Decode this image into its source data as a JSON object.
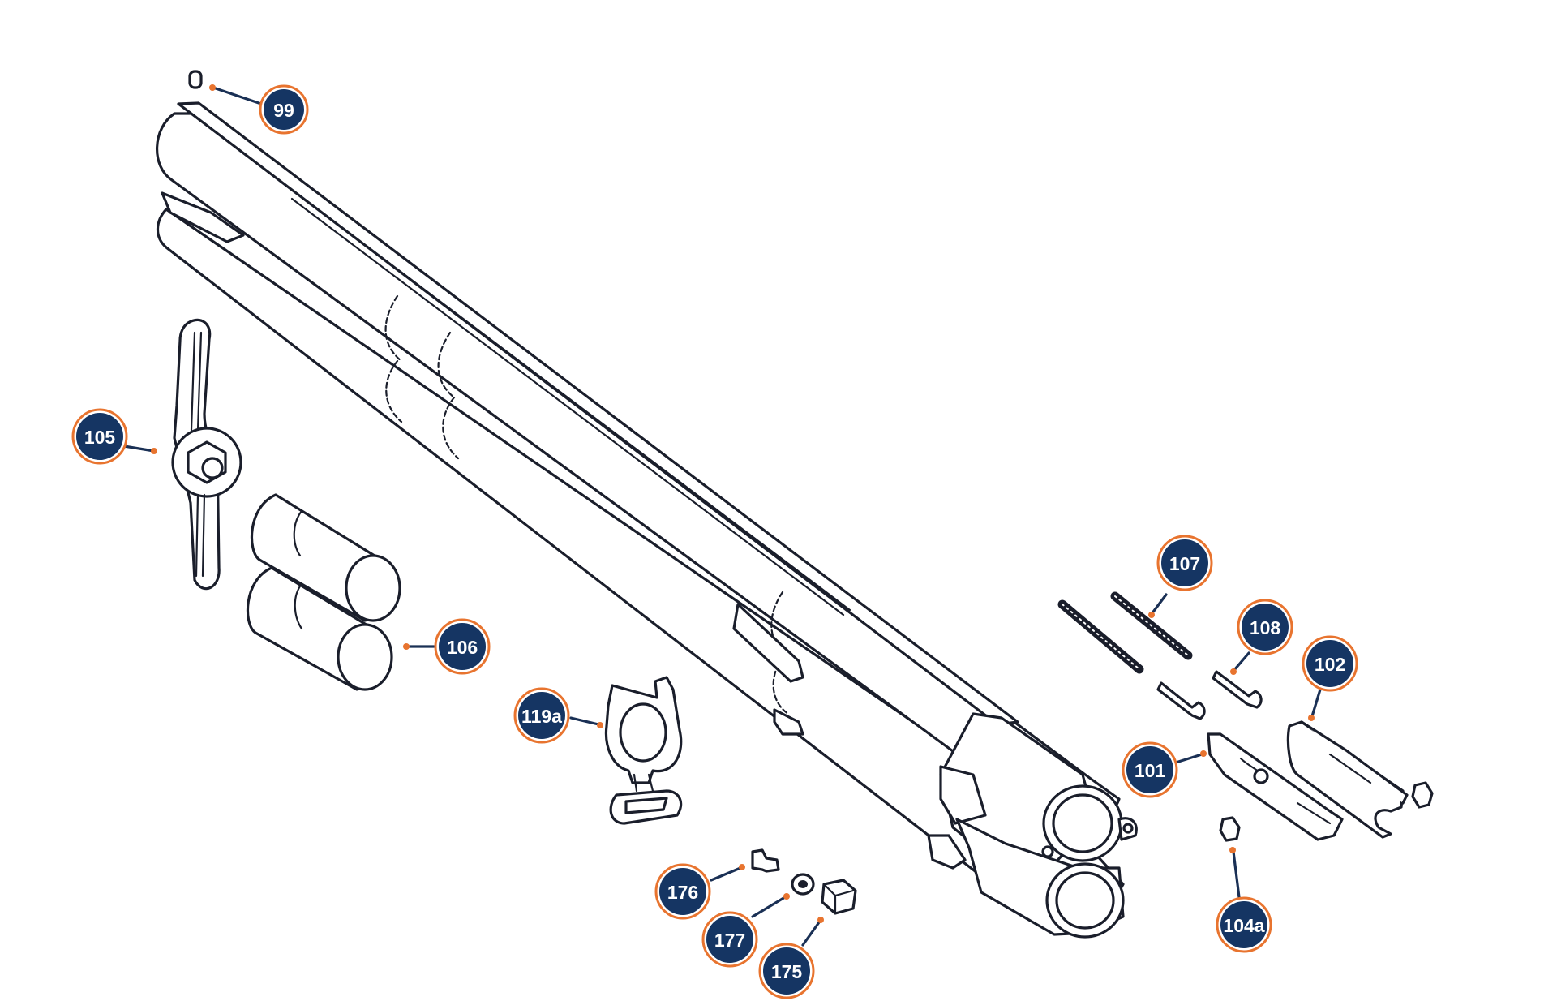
{
  "callouts": {
    "c99": "99",
    "c105": "105",
    "c106": "106",
    "c119a": "119a",
    "c107": "107",
    "c108": "108",
    "c102": "102",
    "c101": "101",
    "c104a": "104a",
    "c176": "176",
    "c177": "177",
    "c175": "175"
  },
  "colors": {
    "badge_fill": "#153563",
    "badge_ring": "#e8742f",
    "line_art": "#1a1e2b",
    "leader": "#1a3055"
  }
}
